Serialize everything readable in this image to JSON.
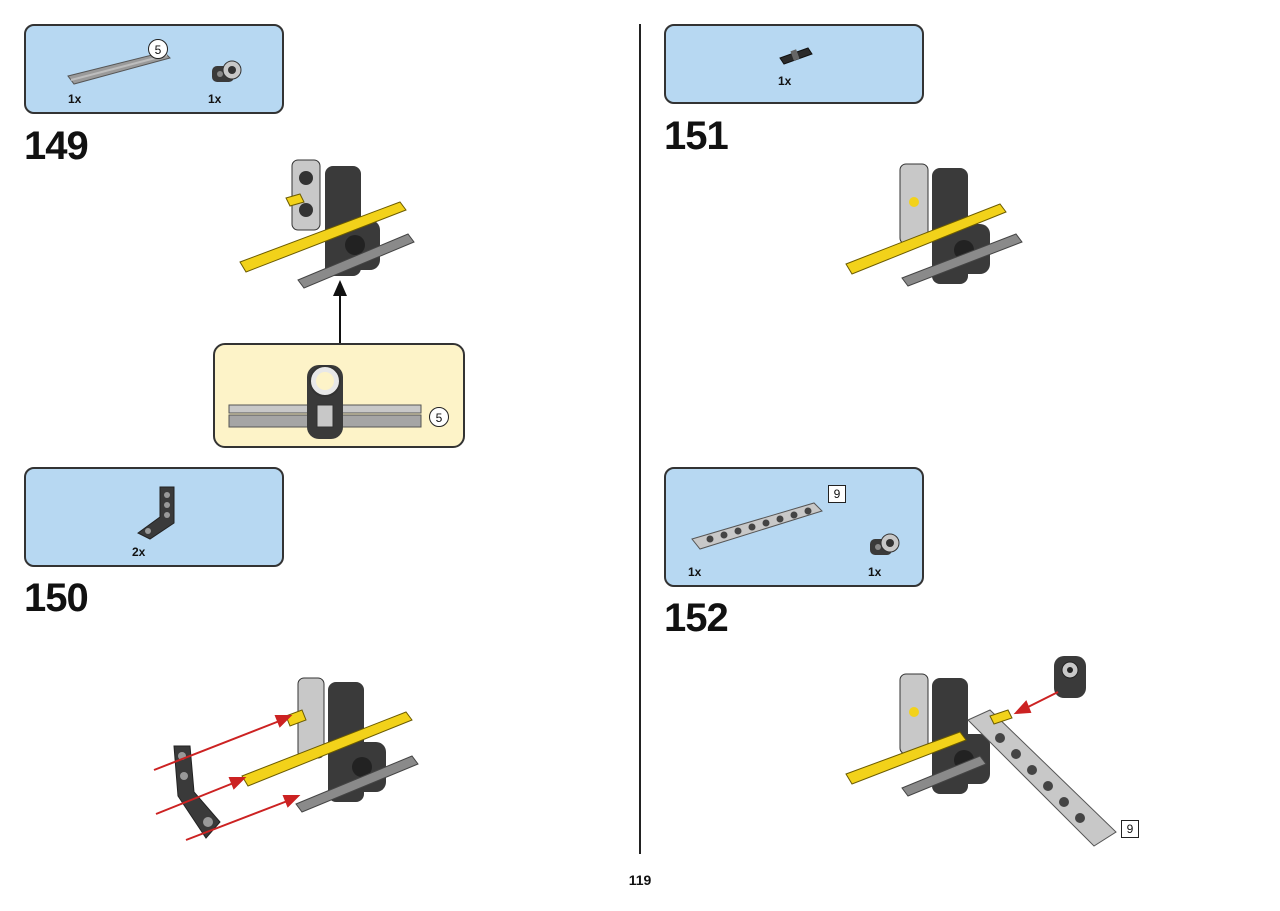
{
  "page_number": "119",
  "steps": [
    {
      "number": "149",
      "parts": [
        {
          "name": "axle",
          "quantity": "1x",
          "length_badge": "5",
          "icon": "axle-icon"
        },
        {
          "name": "pin-connector",
          "quantity": "1x",
          "icon": "pin-connector-icon"
        }
      ],
      "callout": {
        "length_badge": "5",
        "icon": "axle-through-connector-icon"
      }
    },
    {
      "number": "150",
      "parts": [
        {
          "name": "l-beam",
          "quantity": "2x",
          "icon": "l-beam-icon"
        }
      ]
    },
    {
      "number": "151",
      "parts": [
        {
          "name": "pin",
          "quantity": "1x",
          "icon": "pin-icon"
        }
      ]
    },
    {
      "number": "152",
      "parts": [
        {
          "name": "beam",
          "quantity": "1x",
          "length_badge": "9",
          "icon": "beam-icon"
        },
        {
          "name": "pin-connector",
          "quantity": "1x",
          "icon": "pin-connector-icon"
        }
      ],
      "model_badge": "9"
    }
  ],
  "colors": {
    "parts_panel": "#b7d8f2",
    "callout_panel": "#fdf3c8",
    "arrow_red": "#cc2222",
    "axle_yellow": "#f2d21a",
    "dark_grey": "#3a3a3a",
    "light_grey": "#c8c8c8"
  }
}
